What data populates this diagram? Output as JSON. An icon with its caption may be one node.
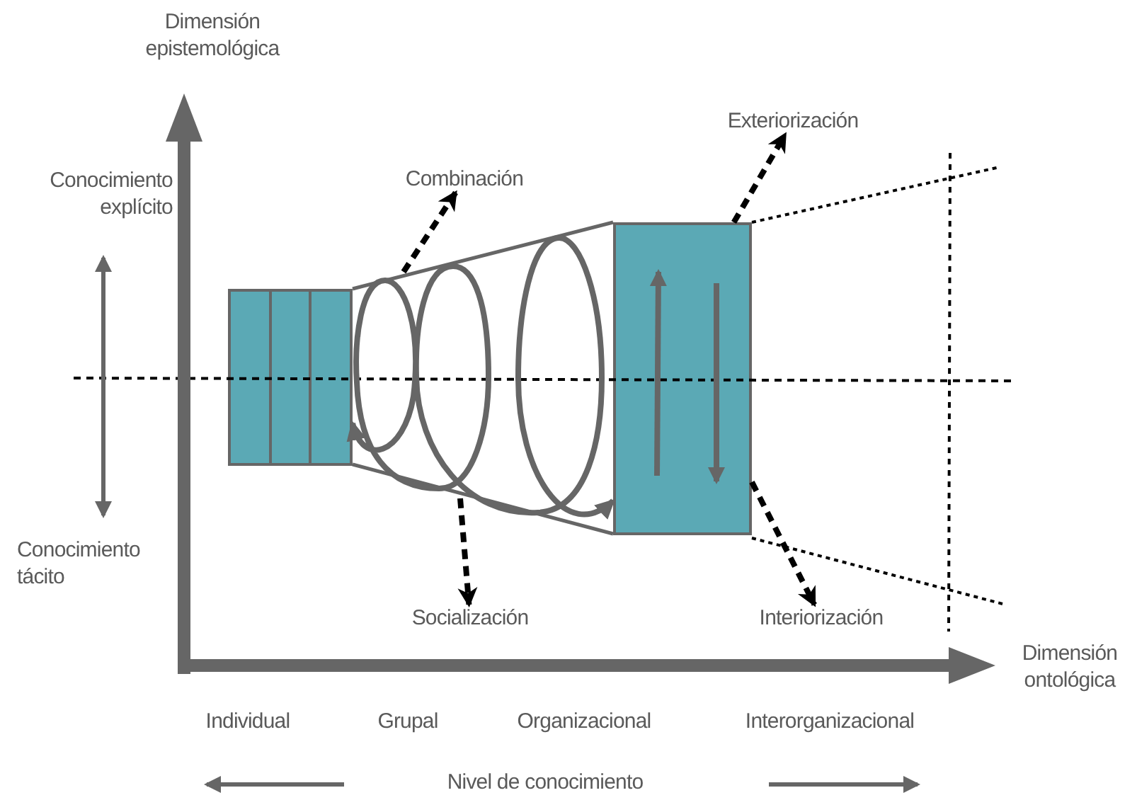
{
  "diagram": {
    "nodes": [
      {
        "text": [
          "Exteriorización"
        ]
      },
      {
        "text": [
          "Combinación"
        ]
      },
      {
        "text": [],
        "shape": "box"
      },
      {
        "text": [],
        "shape": "box"
      },
      {
        "text": [
          "Socialización"
        ]
      },
      {
        "text": [
          "Interiorización"
        ]
      }
    ],
    "edges": [
      {
        "from": 3,
        "to": 0,
        "arrow": "to",
        "style": "dashed"
      },
      {
        "from": null,
        "to": 1,
        "arrow": "to",
        "style": "dashed"
      },
      {
        "from": null,
        "to": 4,
        "arrow": "to",
        "style": "dashed"
      },
      {
        "from": 3,
        "to": 5,
        "arrow": "to",
        "style": "dashed"
      },
      {
        "from": 2,
        "to": 3,
        "arrow": "both",
        "color": "#666666"
      }
    ],
    "labels": [
      "Dimensión epistemológica",
      "Conocimiento explícito",
      "Conocimiento tácito",
      "Dimensión ontológica",
      "Individual",
      "Grupal",
      "Organizacional",
      "Interorganizacional",
      "Nivel de conocimiento"
    ]
  }
}
